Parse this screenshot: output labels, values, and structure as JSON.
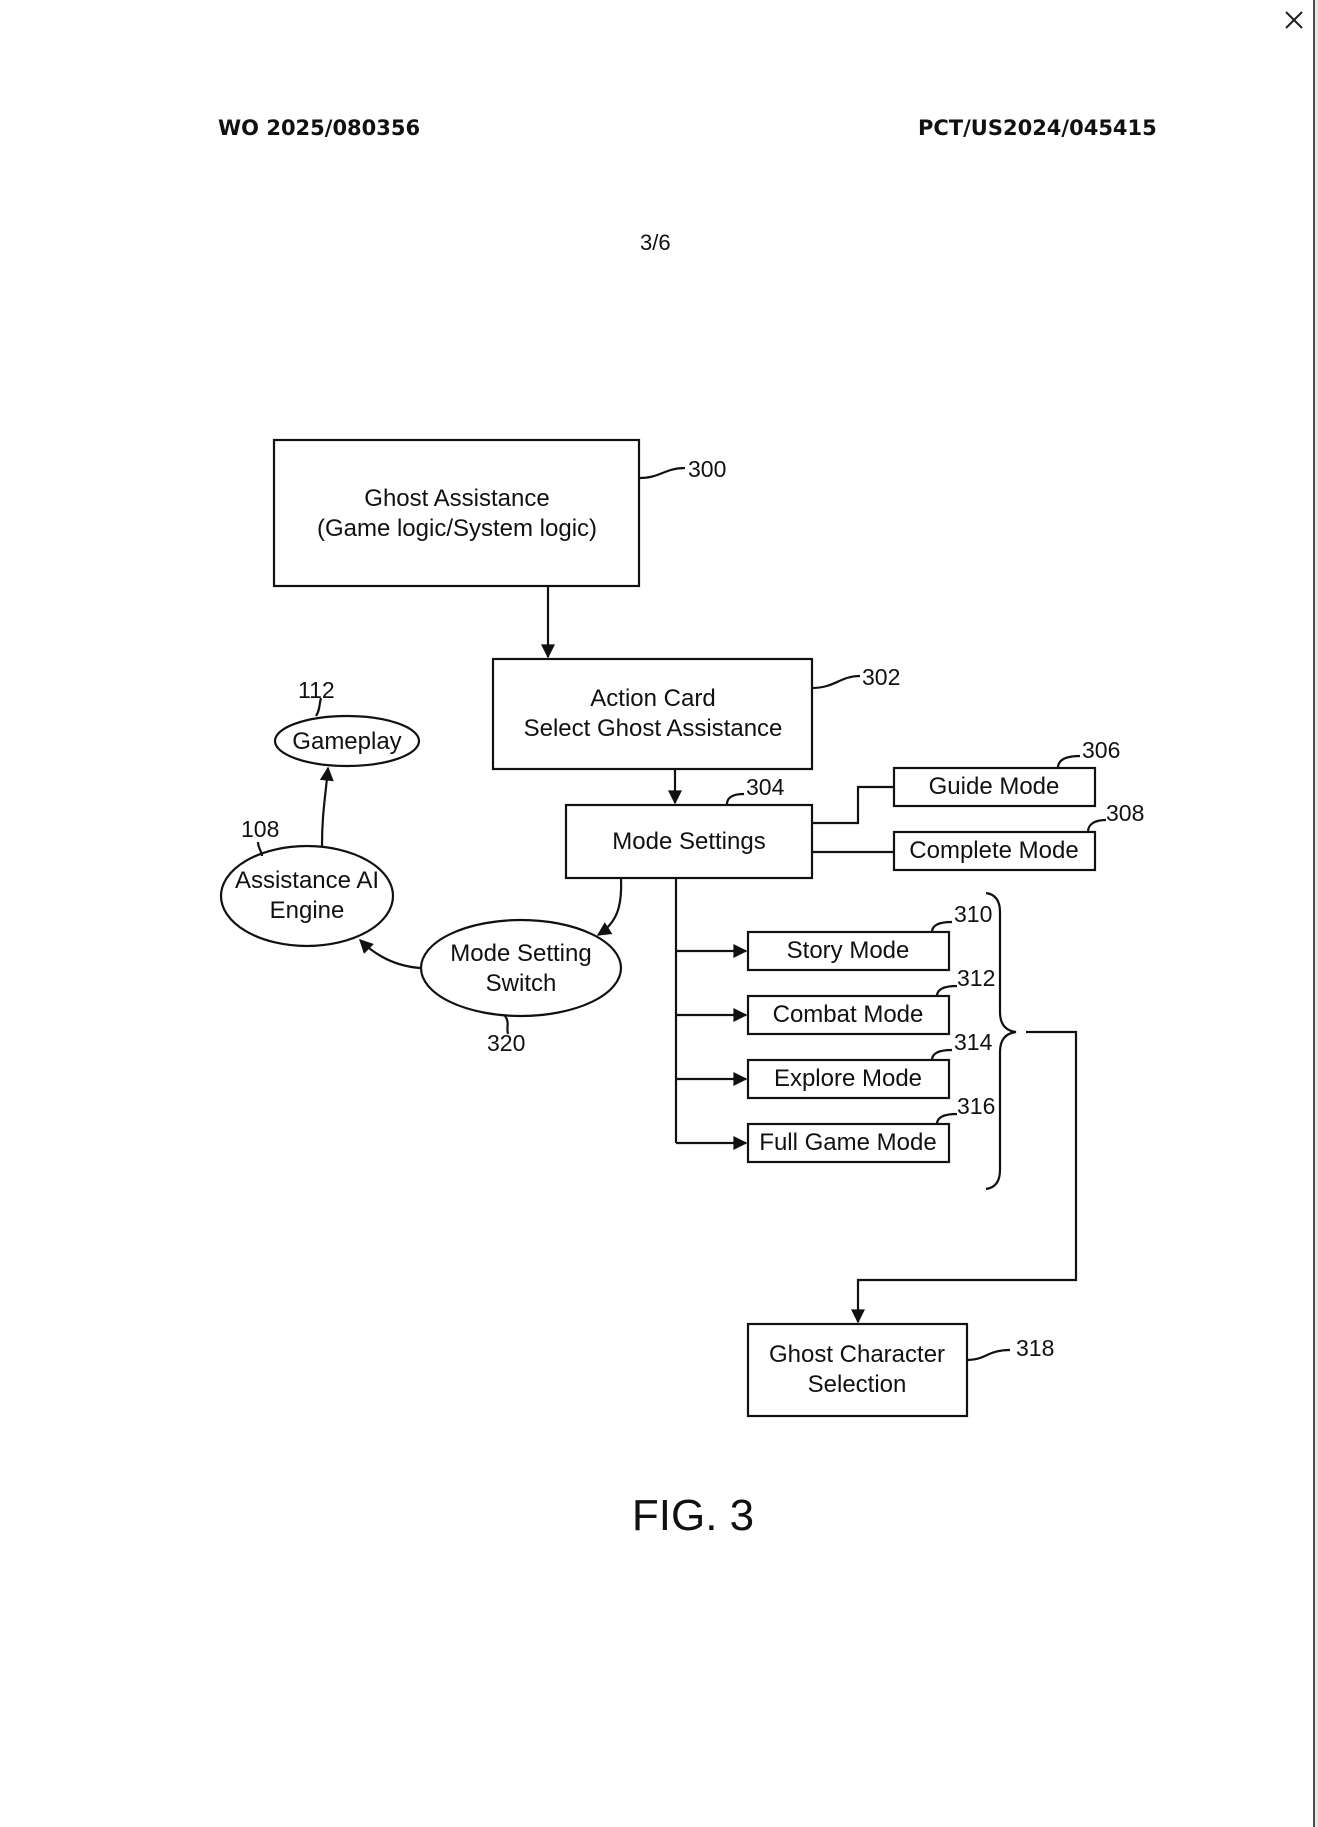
{
  "header": {
    "publication_number": "WO 2025/080356",
    "application_number": "PCT/US2024/045415",
    "sheet": "3/6"
  },
  "viewer": {
    "close_icon": "close-icon"
  },
  "diagram": {
    "nodes": {
      "ghost_assistance": {
        "line1": "Ghost Assistance",
        "line2": "(Game logic/System logic)",
        "ref": "300"
      },
      "action_card": {
        "line1": "Action Card",
        "line2": "Select Ghost Assistance",
        "ref": "302"
      },
      "mode_settings": {
        "label": "Mode Settings",
        "ref": "304"
      },
      "guide_mode": {
        "label": "Guide Mode",
        "ref": "306"
      },
      "complete_mode": {
        "label": "Complete Mode",
        "ref": "308"
      },
      "story_mode": {
        "label": "Story Mode",
        "ref": "310"
      },
      "combat_mode": {
        "label": "Combat Mode",
        "ref": "312"
      },
      "explore_mode": {
        "label": "Explore Mode",
        "ref": "314"
      },
      "full_game_mode": {
        "label": "Full Game Mode",
        "ref": "316"
      },
      "ghost_character_selection": {
        "line1": "Ghost Character",
        "line2": "Selection",
        "ref": "318"
      },
      "mode_setting_switch": {
        "line1": "Mode Setting",
        "line2": "Switch",
        "ref": "320"
      },
      "assistance_ai_engine": {
        "line1": "Assistance AI",
        "line2": "Engine",
        "ref": "108"
      },
      "gameplay": {
        "label": "Gameplay",
        "ref": "112"
      }
    },
    "figure_label": "FIG. 3"
  }
}
